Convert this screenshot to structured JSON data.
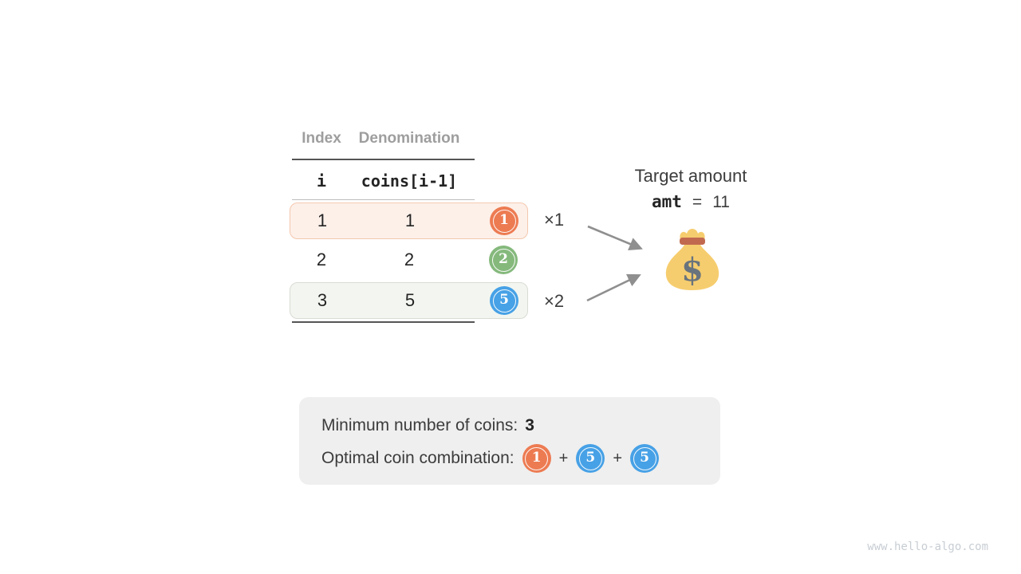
{
  "page": {
    "watermark": "www.hello-algo.com"
  },
  "table": {
    "header": {
      "col1": "Index",
      "col2": "Denomination"
    },
    "var_row": {
      "col1": "i",
      "col2": "coins[i-1]"
    },
    "rows": [
      {
        "index": "1",
        "denomination": "1",
        "coin_label": "1",
        "coin_color": "orange",
        "highlighted": true,
        "multiplier": "×1"
      },
      {
        "index": "2",
        "denomination": "2",
        "coin_label": "2",
        "coin_color": "green",
        "highlighted": false,
        "multiplier": ""
      },
      {
        "index": "3",
        "denomination": "5",
        "coin_label": "5",
        "coin_color": "blue",
        "highlighted": true,
        "multiplier": "×2"
      }
    ]
  },
  "target": {
    "label": "Target amount",
    "var": "amt",
    "equals": "=",
    "value": "11"
  },
  "summary": {
    "line1_label": "Minimum number of coins:",
    "line1_value": "3",
    "line2_label": "Optimal coin combination:",
    "plus": "+",
    "coins": [
      {
        "label": "1",
        "color": "orange"
      },
      {
        "label": "5",
        "color": "blue"
      },
      {
        "label": "5",
        "color": "blue"
      }
    ]
  },
  "colors": {
    "accent-orange": "#ed7b52",
    "accent-green": "#85b97c",
    "accent-blue": "#47a1e6",
    "row-orange-bg": "#fdf0e9",
    "row-orange-border": "#f4c7ad",
    "row-green-bg": "#f3f6f0",
    "row-green-border": "#d8dcd3",
    "summary-bg": "#efefef",
    "arrow-gray": "#8f8f8f",
    "header-gray": "#9e9e9e",
    "text-dark": "#3c3c3c",
    "text-black": "#242424",
    "rule-dark": "#555555",
    "rule-light": "#bdbdbd",
    "bag-body": "#f6cd6e",
    "bag-band": "#c1694f",
    "bag-dollar": "#68737d",
    "watermark-gray": "#c8ced4"
  }
}
